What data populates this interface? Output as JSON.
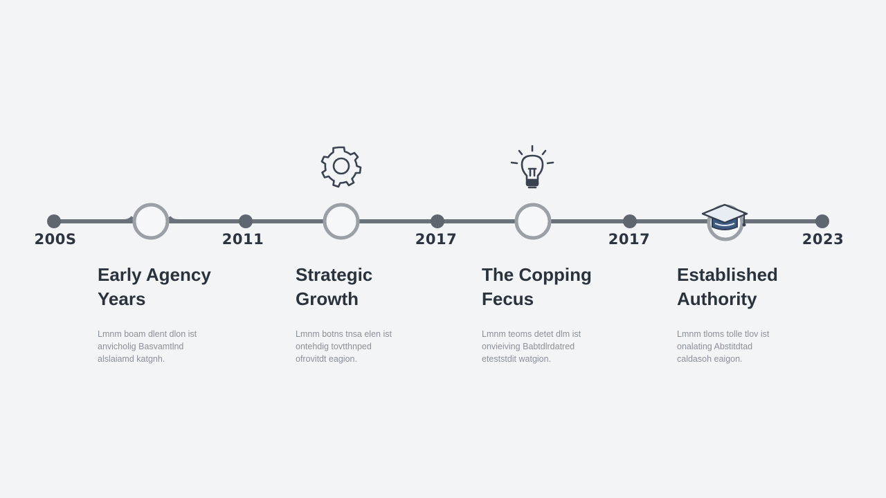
{
  "timeline": {
    "years": [
      "200S",
      "2011",
      "2017",
      "2017",
      "2023"
    ],
    "stages": [
      {
        "title": "Early Agency\nYears",
        "description": "Lmnm boam dlent dlon ist\nanvicholig Basvamtlnd\nalslaiamd katgnh.",
        "icon": "none"
      },
      {
        "title": "Strategic\nGrowth",
        "description": "Lmnm botns tnsa elen ist\nontehdig tovtthnped\nofrovitdt eagion.",
        "icon": "gear-icon"
      },
      {
        "title": "The Copping\nFecus",
        "description": "Lmnm teoms detet dlm ist\nonvieiving Babtdlrdatred\neteststdit watgion.",
        "icon": "lightbulb-icon"
      },
      {
        "title": "Established\nAuthority",
        "description": "Lmnm tloms tolle tlov ist\nonalating Abstitdtad\ncaldasoh eaigon.",
        "icon": "graduation-cap-icon"
      }
    ]
  },
  "colors": {
    "background": "#f3f4f6",
    "line": "#6b717b",
    "node_ring": "#9b9fa6",
    "icon": "#3a4250",
    "cap_accent": "#3d5a80"
  }
}
